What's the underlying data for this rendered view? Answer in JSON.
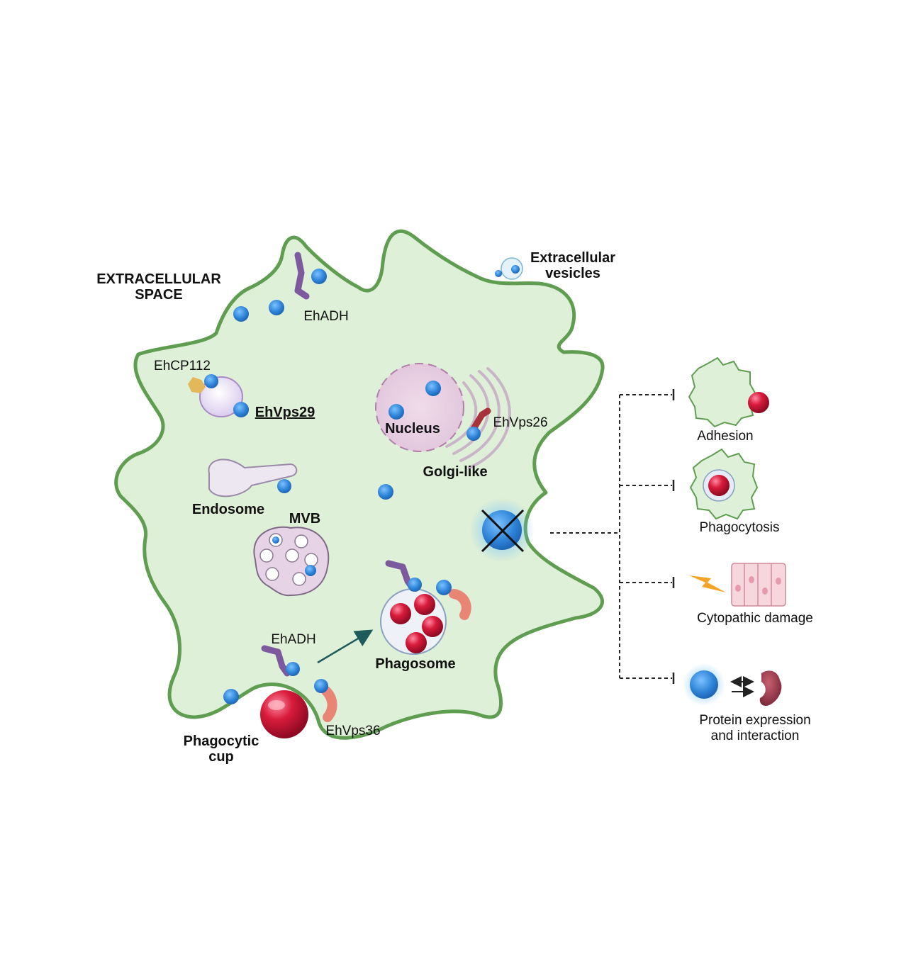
{
  "labels": {
    "extracellular_space_1": "EXTRACELLULAR",
    "extracellular_space_2": "SPACE",
    "extracellular_vesicles_1": "Extracellular",
    "extracellular_vesicles_2": "vesicles",
    "ehadh_top": "EhADH",
    "ehcp112": "EhCP112",
    "ehvps29": "EhVps29",
    "nucleus": "Nucleus",
    "ehvps26": "EhVps26",
    "golgi_like": "Golgi-like",
    "endosome": "Endosome",
    "mvb": "MVB",
    "ehadh_bottom": "EhADH",
    "phagosome": "Phagosome",
    "ehvps36": "EhVps36",
    "phagocytic_cup_1": "Phagocytic",
    "phagocytic_cup_2": "cup"
  },
  "effects": [
    {
      "label": "Adhesion"
    },
    {
      "label": "Phagocytosis"
    },
    {
      "label": "Cytopathic damage"
    },
    {
      "label": "Protein expression",
      "label2": "and interaction"
    }
  ],
  "colors": {
    "cell_fill": "#dff0d8",
    "cell_outline": "#5f9e50",
    "protein_blue": "#2f84d8",
    "erythrocyte_red": "#c8102e",
    "ehadh_purple": "#7d5a9e",
    "vps36_salmon": "#e98575",
    "vps26_red": "#a8323c",
    "cp112_yellow": "#e2b85a"
  }
}
